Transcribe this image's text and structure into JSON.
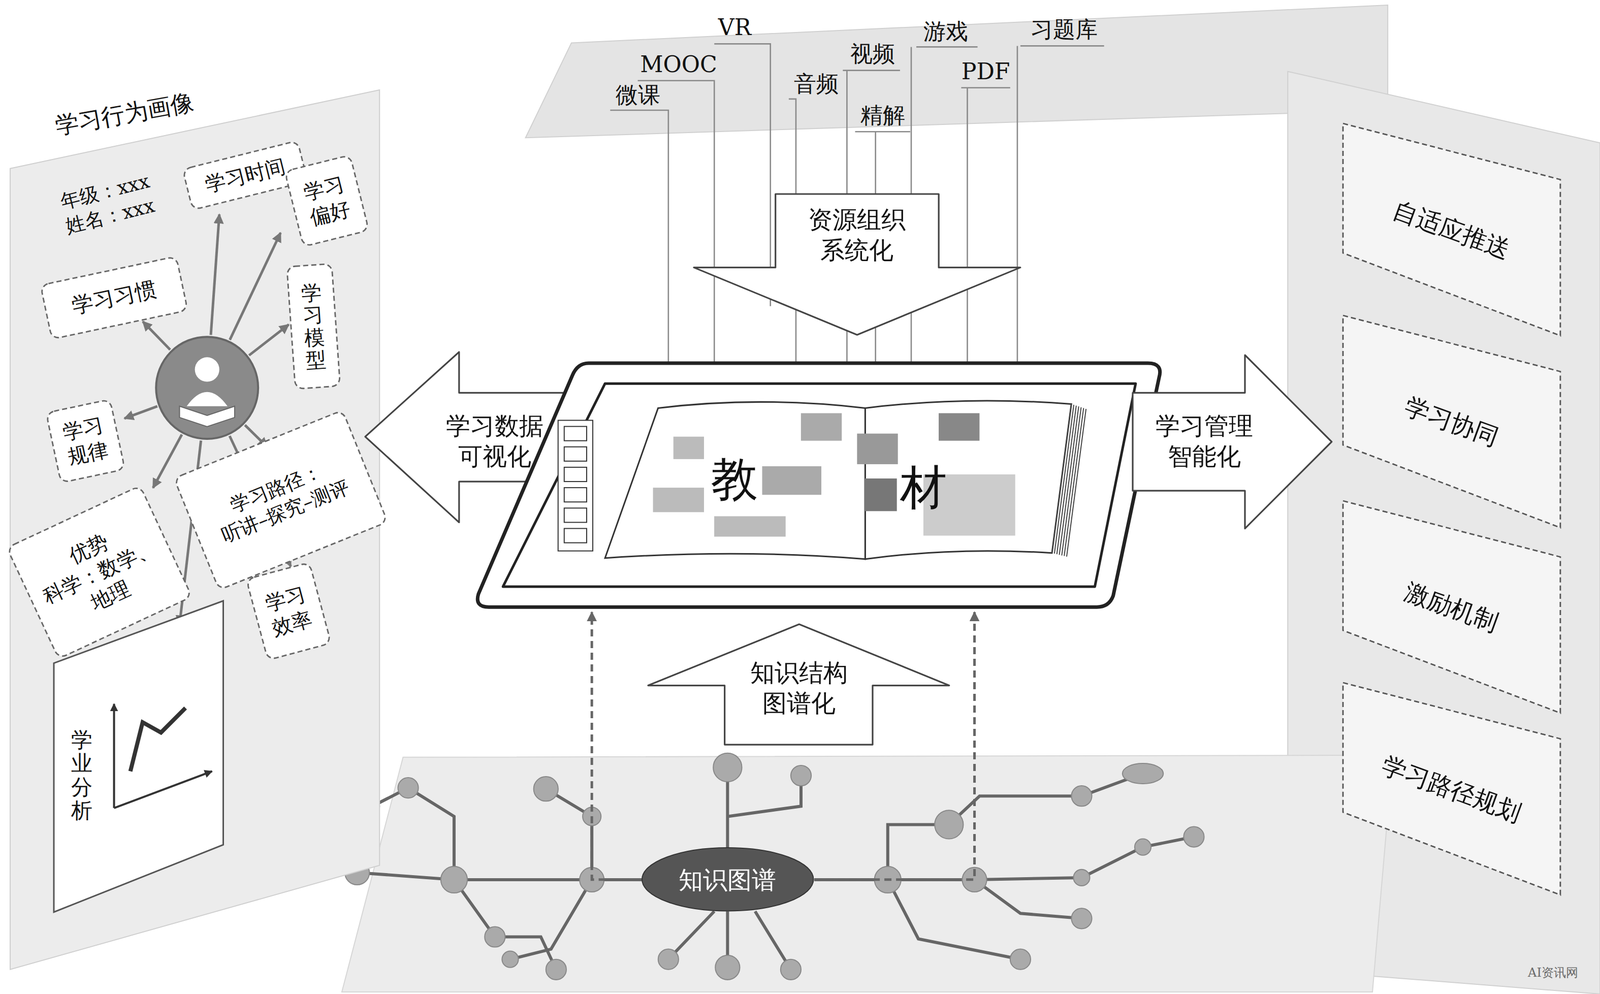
{
  "diagram": {
    "nodes": [
      {
        "text": [
          "学习行为画像"
        ]
      },
      {
        "text": [
          "学习时间"
        ],
        "in": 0
      },
      {
        "text": [
          "学习 偏好"
        ],
        "in": 0
      },
      {
        "text": [
          "学习习惯"
        ],
        "in": 0
      },
      {
        "text": [
          "学习模型"
        ],
        "in": 0
      },
      {
        "text": [
          "学习 规律"
        ],
        "in": 0
      },
      {
        "text": [
          "学习路径： 听讲–探究–测评"
        ],
        "in": 0
      },
      {
        "text": [
          "优势 科学：数学、 地理"
        ],
        "in": 0
      },
      {
        "text": [
          "学习 效率"
        ],
        "in": 0
      },
      {
        "text": [
          "学业分析"
        ],
        "in": 0
      },
      {
        "text": [
          "资源组织 系统化"
        ]
      },
      {
        "text": [
          "学习数据 可视化"
        ]
      },
      {
        "text": [
          "教",
          "材"
        ]
      },
      {
        "text": [
          "学习管理 智能化"
        ]
      },
      {
        "text": [
          "知识结构 图谱化"
        ]
      },
      {
        "text": [
          "知识图谱"
        ]
      },
      {
        "text": [
          "自适应推送"
        ]
      },
      {
        "text": [
          "学习协同"
        ]
      },
      {
        "text": [
          "激励机制"
        ]
      },
      {
        "text": [
          "学习路径规划"
        ]
      }
    ],
    "edges": [
      {
        "from": 15,
        "to": 12,
        "arrow": "to"
      },
      {
        "from": 15,
        "to": 12,
        "arrow": "to"
      }
    ],
    "labels": [
      "年级：xxx",
      "姓名：xxx",
      "VR",
      "MOOC",
      "微课",
      "音频",
      "视频",
      "精解",
      "游戏",
      "PDF",
      "习题库",
      "AI资讯网"
    ]
  }
}
